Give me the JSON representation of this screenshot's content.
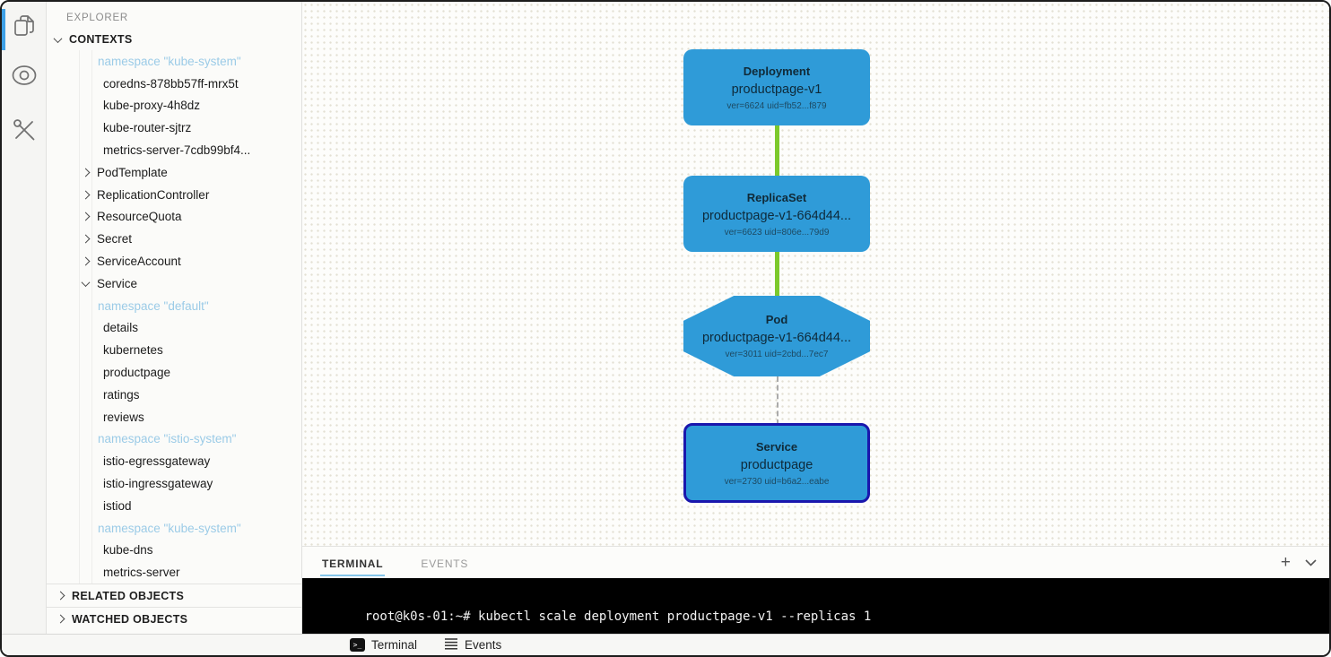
{
  "colors": {
    "node_fill": "#2f9bd8",
    "edge_green": "#7cc92c",
    "selected_border": "#1a17ad",
    "namespace_color": "#9bcbe7",
    "tab_underline": "#85c6ea",
    "activity_indicator": "#3ea0e6"
  },
  "activity_bar": {
    "items": [
      {
        "id": "explorer",
        "icon": "documents-icon",
        "active": true
      },
      {
        "id": "watch",
        "icon": "eye-icon",
        "active": false
      },
      {
        "id": "tools",
        "icon": "tools-icon",
        "active": false
      }
    ]
  },
  "explorer": {
    "title": "EXPLORER",
    "contexts_label": "CONTEXTS",
    "tree": [
      {
        "label": "namespace \"kube-system\"",
        "type": "namespace"
      },
      {
        "label": "coredns-878bb57ff-mrx5t",
        "type": "leaf"
      },
      {
        "label": "kube-proxy-4h8dz",
        "type": "leaf"
      },
      {
        "label": "kube-router-sjtrz",
        "type": "leaf"
      },
      {
        "label": "metrics-server-7cdb99bf4...",
        "type": "leaf"
      },
      {
        "label": "PodTemplate",
        "type": "kind",
        "expanded": false
      },
      {
        "label": "ReplicationController",
        "type": "kind",
        "expanded": false
      },
      {
        "label": "ResourceQuota",
        "type": "kind",
        "expanded": false
      },
      {
        "label": "Secret",
        "type": "kind",
        "expanded": false
      },
      {
        "label": "ServiceAccount",
        "type": "kind",
        "expanded": false
      },
      {
        "label": "Service",
        "type": "kind",
        "expanded": true
      },
      {
        "label": "namespace \"default\"",
        "type": "namespace"
      },
      {
        "label": "details",
        "type": "leaf"
      },
      {
        "label": "kubernetes",
        "type": "leaf"
      },
      {
        "label": "productpage",
        "type": "leaf"
      },
      {
        "label": "ratings",
        "type": "leaf"
      },
      {
        "label": "reviews",
        "type": "leaf"
      },
      {
        "label": "namespace \"istio-system\"",
        "type": "namespace"
      },
      {
        "label": "istio-egressgateway",
        "type": "leaf"
      },
      {
        "label": "istio-ingressgateway",
        "type": "leaf"
      },
      {
        "label": "istiod",
        "type": "leaf"
      },
      {
        "label": "namespace \"kube-system\"",
        "type": "namespace"
      },
      {
        "label": "kube-dns",
        "type": "leaf"
      },
      {
        "label": "metrics-server",
        "type": "leaf"
      }
    ],
    "sections": [
      {
        "label": "RELATED OBJECTS"
      },
      {
        "label": "WATCHED OBJECTS"
      }
    ]
  },
  "diagram": {
    "nodes": [
      {
        "kind": "Deployment",
        "name": "productpage-v1",
        "meta": "ver=6624 uid=fb52...f879",
        "shape": "rect",
        "selected": false
      },
      {
        "kind": "ReplicaSet",
        "name": "productpage-v1-664d44...",
        "meta": "ver=6623 uid=806e...79d9",
        "shape": "rect",
        "selected": false
      },
      {
        "kind": "Pod",
        "name": "productpage-v1-664d44...",
        "meta": "ver=3011 uid=2cbd...7ec7",
        "shape": "octagon",
        "selected": false
      },
      {
        "kind": "Service",
        "name": "productpage",
        "meta": "ver=2730 uid=b6a2...eabe",
        "shape": "rect",
        "selected": true
      }
    ],
    "edges": [
      {
        "from": 0,
        "to": 1,
        "style": "solid"
      },
      {
        "from": 1,
        "to": 2,
        "style": "solid"
      },
      {
        "from": 2,
        "to": 3,
        "style": "dashed"
      }
    ]
  },
  "panel": {
    "tabs": [
      {
        "label": "TERMINAL",
        "active": true
      },
      {
        "label": "EVENTS",
        "active": false
      }
    ],
    "actions": [
      {
        "icon": "plus-icon"
      },
      {
        "icon": "chevron-down-icon"
      }
    ],
    "terminal_line": "root@k0s-01:~# kubectl scale deployment productpage-v1 --replicas 1"
  },
  "status_bar": {
    "items": [
      {
        "label": "Terminal",
        "icon": "terminal-icon"
      },
      {
        "label": "Events",
        "icon": "events-icon"
      }
    ]
  }
}
